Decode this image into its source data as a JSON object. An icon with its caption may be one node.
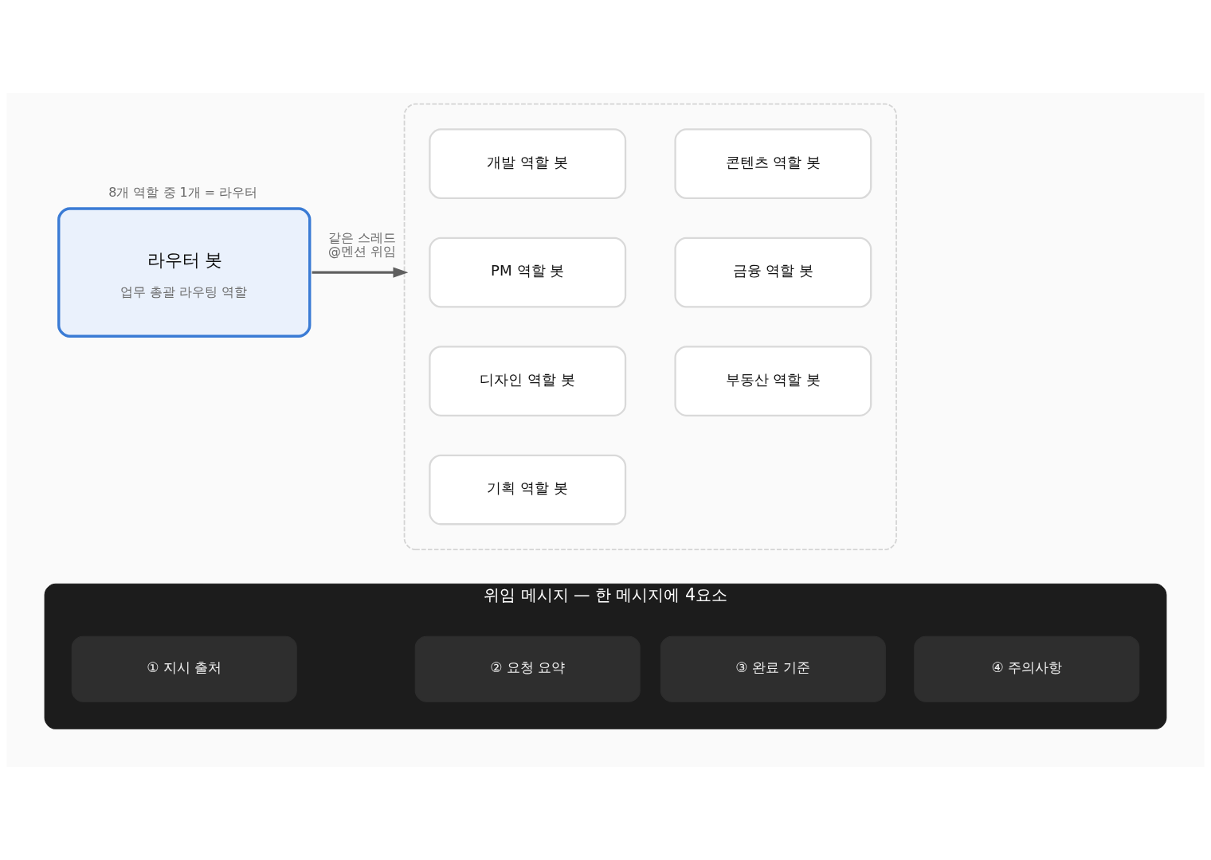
{
  "diagram": {
    "nodes": [
      {
        "text": [
          "라우터 봇",
          "업무 총괄 라우팅 역할"
        ],
        "beside": [
          "8개 역할 중 1개 = 라우터"
        ]
      },
      {
        "text": [],
        "shape": "box"
      },
      {
        "text": [
          "개발 역할 봇"
        ],
        "in": 1
      },
      {
        "text": [
          "콘텐츠 역할 봇"
        ],
        "in": 1
      },
      {
        "text": [
          "PM 역할 봇"
        ],
        "in": 1
      },
      {
        "text": [
          "금융 역할 봇"
        ],
        "in": 1
      },
      {
        "text": [
          "디자인 역할 봇"
        ],
        "in": 1
      },
      {
        "text": [
          "부동산 역할 봇"
        ],
        "in": 1
      },
      {
        "text": [
          "기획 역할 봇"
        ],
        "in": 1
      },
      {
        "text": [
          "위임 메시지 — 한 메시지에 4요소"
        ]
      },
      {
        "text": [
          "① 지시 출처"
        ],
        "in": 9
      },
      {
        "text": [
          "② 요청 요약"
        ],
        "in": 9
      },
      {
        "text": [
          "③ 완료 기준"
        ],
        "in": 9
      },
      {
        "text": [
          "④ 주의사항"
        ],
        "in": 9
      }
    ],
    "edges": [
      {
        "from": 0,
        "to": 1,
        "arrow": "to",
        "label": "같은 스레드 @멘션 위임"
      }
    ]
  }
}
